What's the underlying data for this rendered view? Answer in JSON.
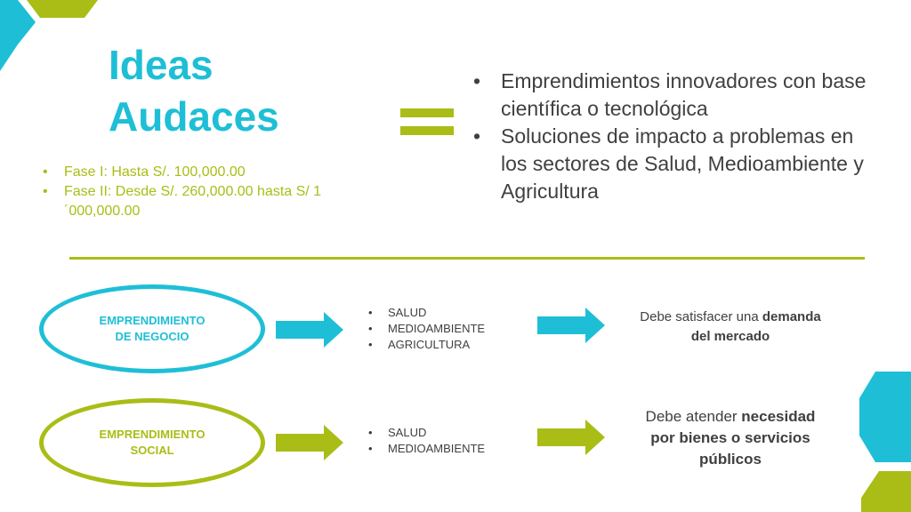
{
  "title": {
    "line1": "Ideas",
    "line2": "Audaces"
  },
  "phases": [
    "Fase I: Hasta S/. 100,000.00",
    "Fase II: Desde S/. 260,000.00 hasta S/ 1´000,000.00"
  ],
  "definition": [
    "Emprendimientos innovadores con base científica o tecnológica",
    "Soluciones de impacto a problemas en los sectores de Salud, Medioambiente y Agricultura"
  ],
  "rows": [
    {
      "label_line1": "EMPRENDIMIENTO",
      "label_line2": "DE NEGOCIO",
      "sectors": [
        "SALUD",
        "MEDIOAMBIENTE",
        "AGRICULTURA"
      ],
      "result_pre": "Debe satisfacer una ",
      "result_bold1": "demanda",
      "result_bold2": "del mercado"
    },
    {
      "label_line1": "EMPRENDIMIENTO",
      "label_line2": "SOCIAL",
      "sectors": [
        "SALUD",
        "MEDIOAMBIENTE"
      ],
      "result_pre": "Debe atender ",
      "result_bold1": "necesidad",
      "result_bold2": "por bienes o servicios públicos"
    }
  ],
  "colors": {
    "cyan": "#1ebfd6",
    "green": "#a9bd16",
    "text": "#404040"
  }
}
